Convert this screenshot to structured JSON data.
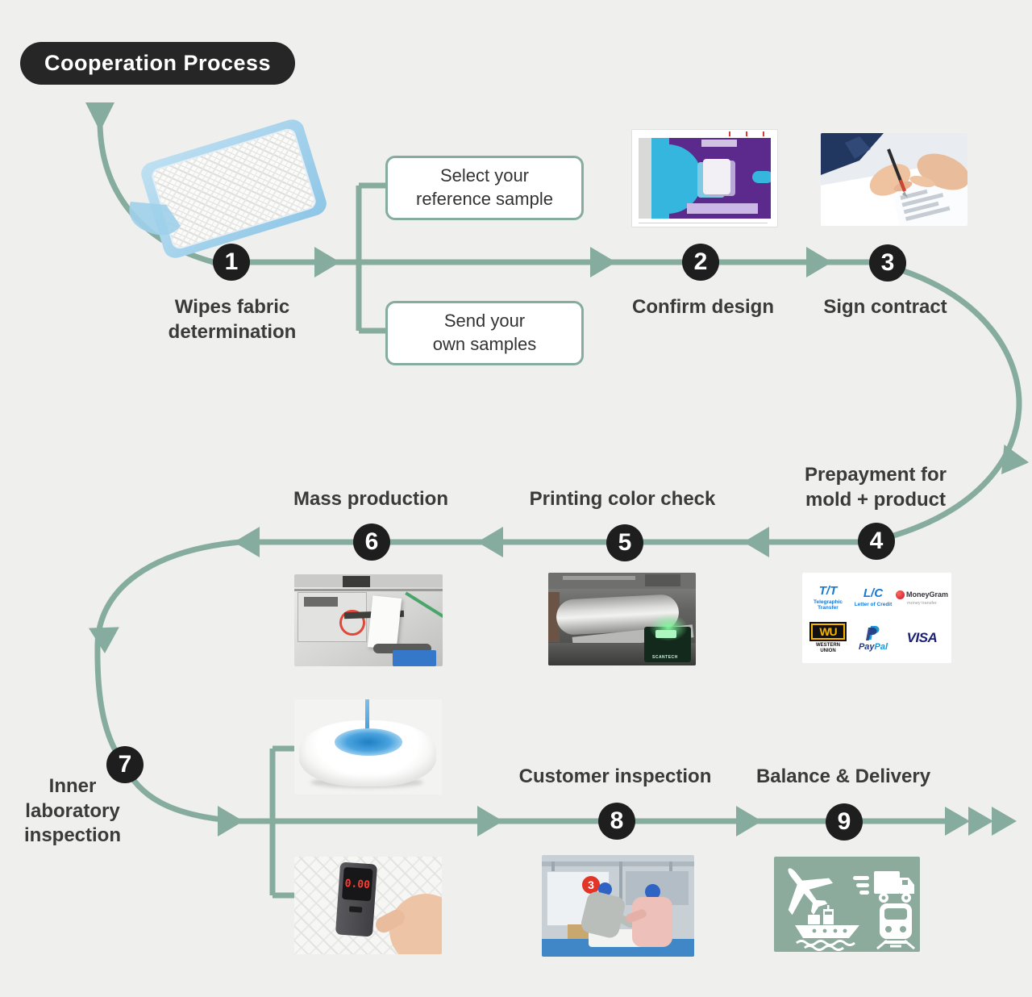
{
  "title": "Cooperation Process",
  "colors": {
    "accent": "#86ac9f",
    "node": "#1e1e1e",
    "background": "#efefee",
    "delivery_panel": "#8cab9d"
  },
  "steps": [
    {
      "num": "1",
      "label": "Wipes fabric\ndetermination"
    },
    {
      "num": "2",
      "label": "Confirm design"
    },
    {
      "num": "3",
      "label": "Sign contract"
    },
    {
      "num": "4",
      "label": "Prepayment for\nmold + product"
    },
    {
      "num": "5",
      "label": "Printing color check"
    },
    {
      "num": "6",
      "label": "Mass production"
    },
    {
      "num": "7",
      "label": "Inner\nlaboratory\ninspection"
    },
    {
      "num": "8",
      "label": "Customer inspection"
    },
    {
      "num": "9",
      "label": "Balance & Delivery"
    }
  ],
  "sample_options": [
    {
      "label": "Select your\nreference sample"
    },
    {
      "label": "Send your\nown samples"
    }
  ],
  "payment_methods": {
    "tt": {
      "abbr": "T/T",
      "name": "Telegraphic Transfer"
    },
    "lc": {
      "abbr": "L/C",
      "name": "Letter of Credit"
    },
    "moneygram": {
      "brand": "MoneyGram",
      "sub": "money transfer"
    },
    "western_union": {
      "abbr": "WU",
      "name": "WESTERN\nUNION"
    },
    "paypal": {
      "part1": "Pay",
      "part2": "Pal"
    },
    "visa": {
      "brand": "VISA"
    }
  },
  "photos": {
    "scanner_brand": "SCANTECH",
    "gauge_reading": "0.00",
    "inspection_badge": "3"
  },
  "delivery_icons": [
    "airplane",
    "truck",
    "ship",
    "train"
  ]
}
